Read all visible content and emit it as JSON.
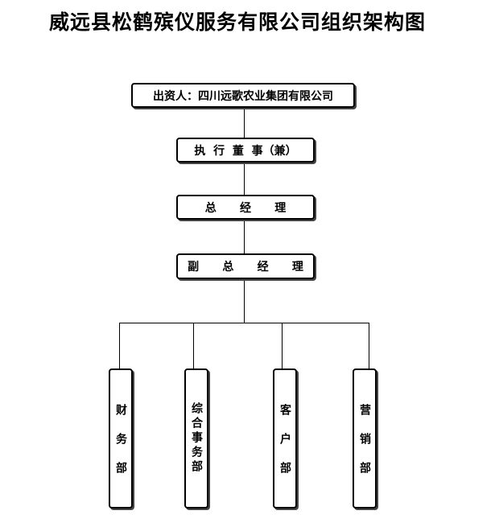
{
  "title": "威远县松鹤殡仪服务有限公司组织架构图",
  "nodes": {
    "investor": "出资人：四川远歌农业集团有限公司",
    "executive_director": "执  行  董  事（兼）",
    "general_manager": "总      经      理",
    "deputy_general_manager": "副      总      经      理",
    "departments": [
      "财务部",
      "综合事务部",
      "客户部",
      "营销部"
    ]
  }
}
